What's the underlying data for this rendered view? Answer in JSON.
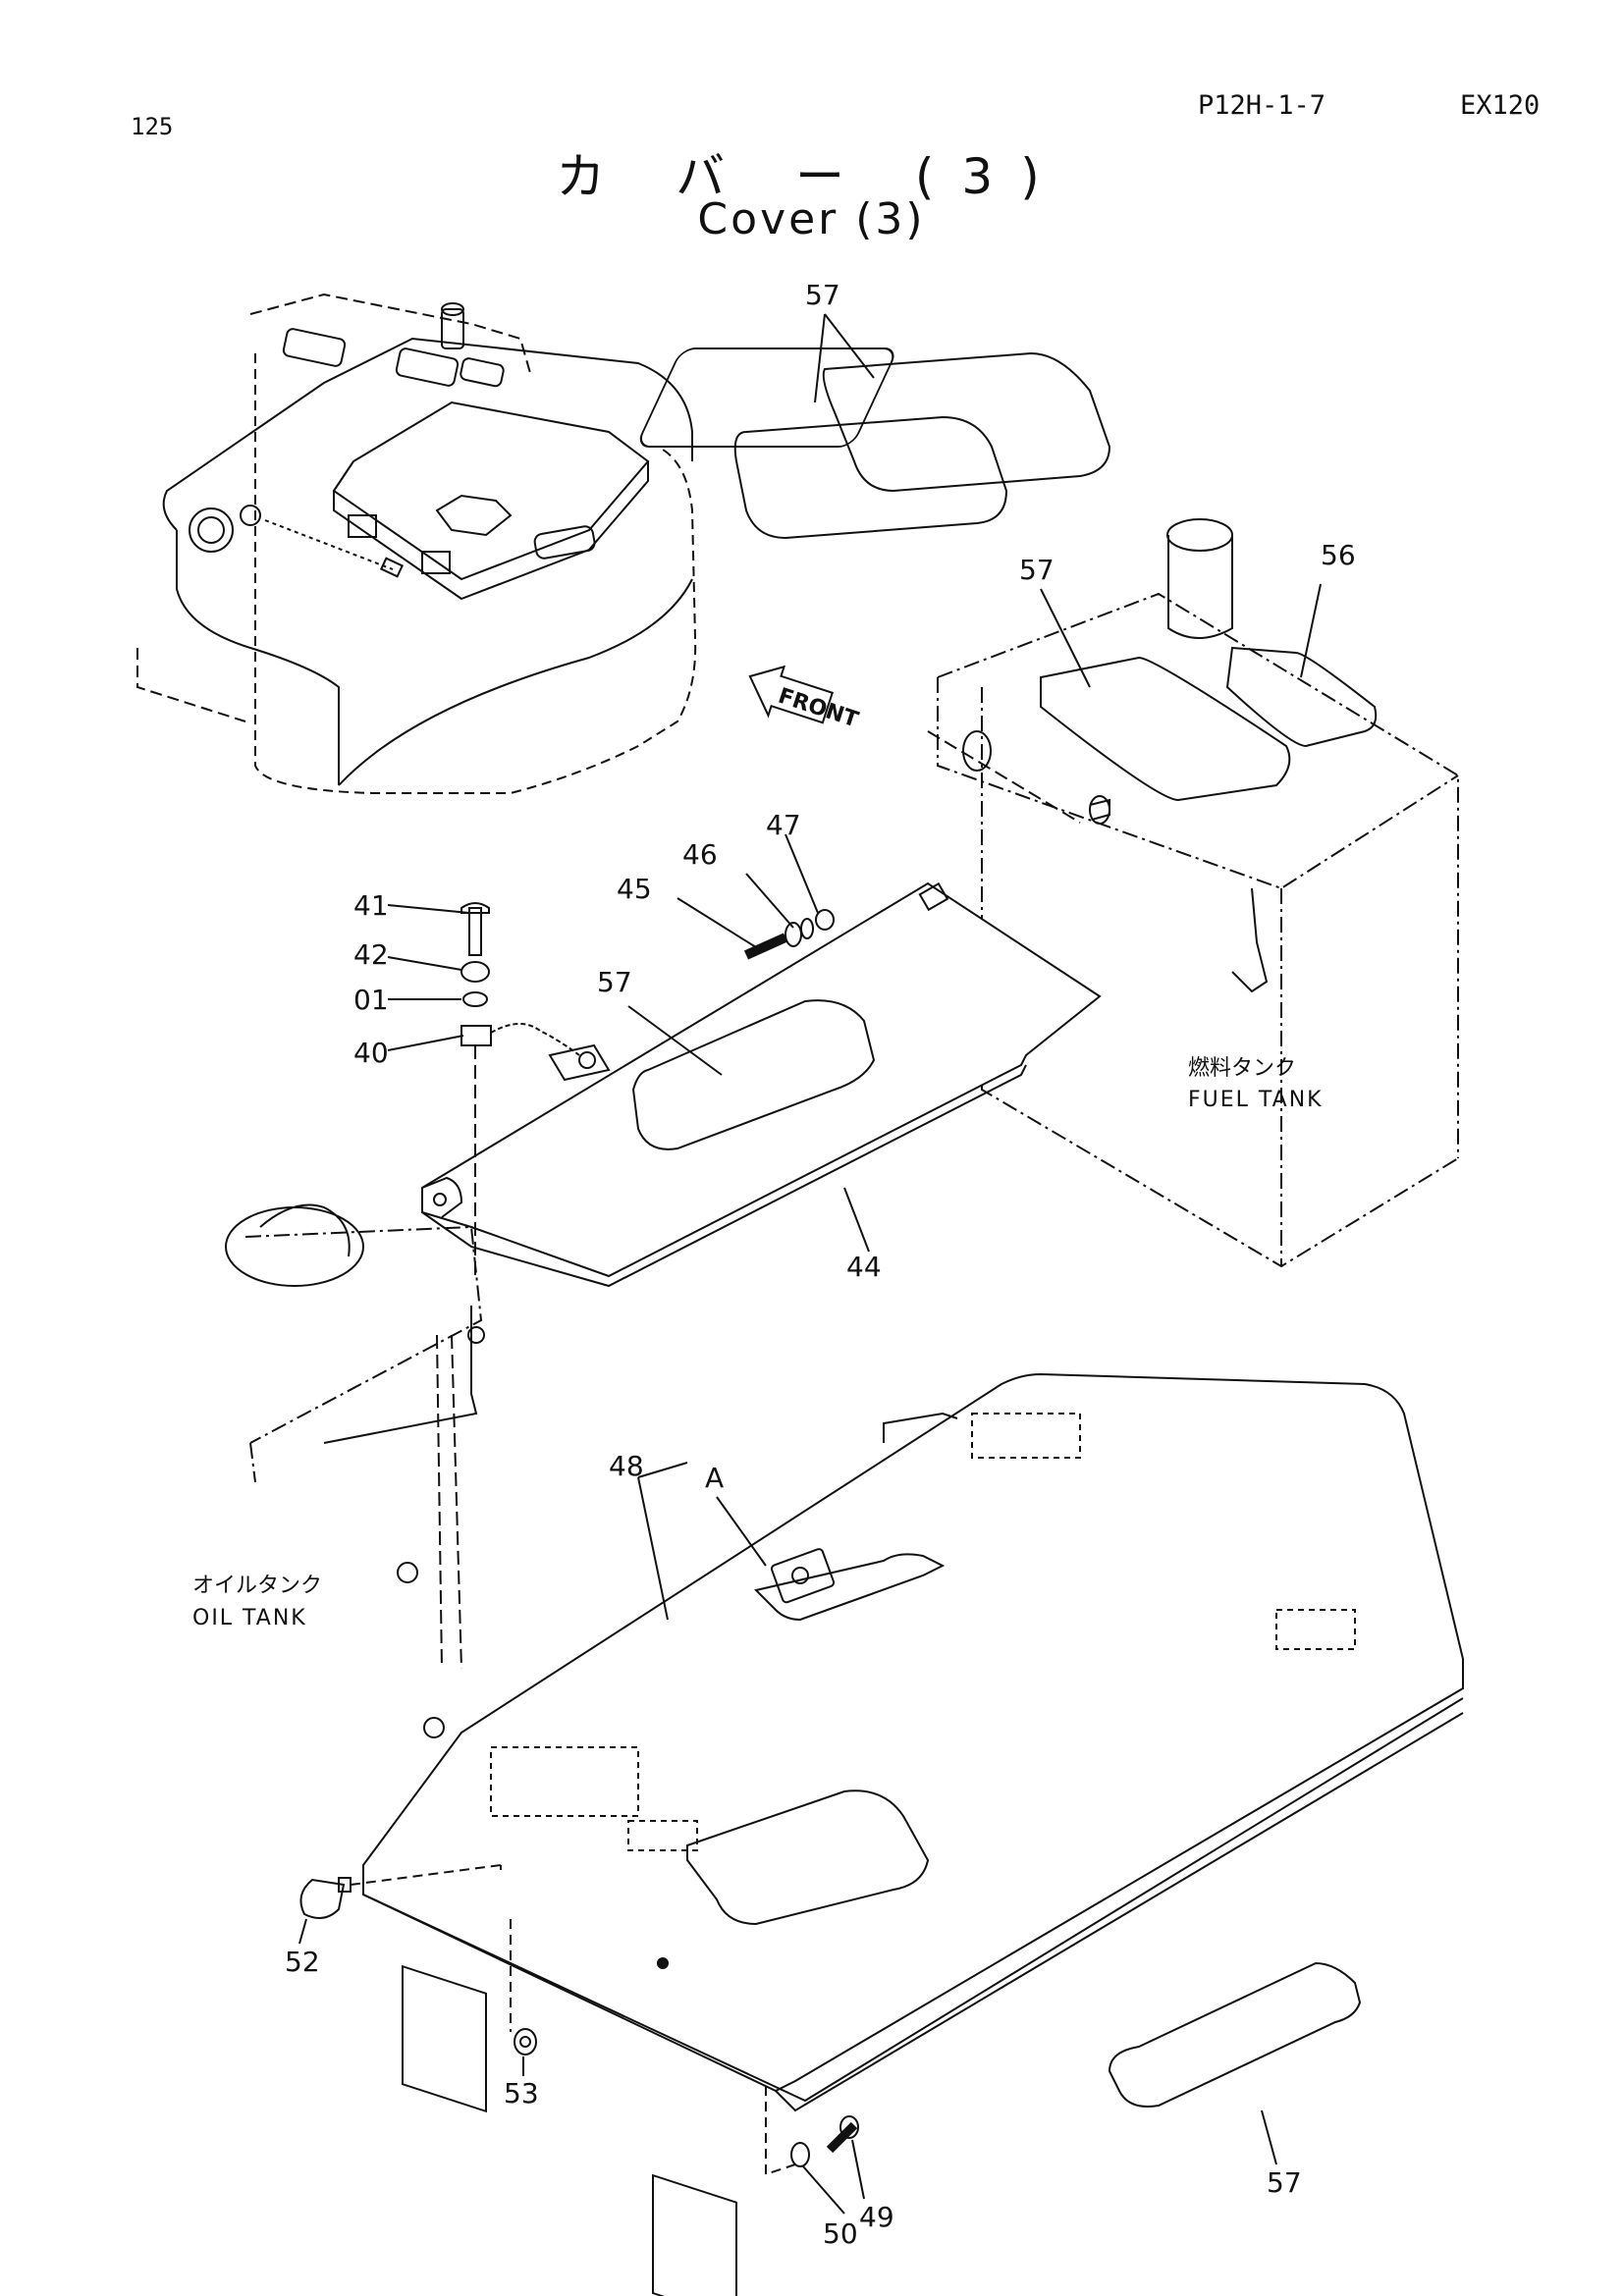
{
  "header": {
    "page_number": "125",
    "page_code": "P12H-1-7",
    "model": "EX120"
  },
  "title": {
    "japanese": "カ バ ー (3)",
    "english": "Cover (3)"
  },
  "annotations": {
    "front_arrow": "FRONT",
    "fuel_tank_jp": "燃料タンク",
    "fuel_tank_en": "FUEL TANK",
    "oil_tank_jp": "オイルタンク",
    "oil_tank_en": "OIL TANK"
  },
  "callouts": {
    "c57_top": "57",
    "c57_right": "57",
    "c56": "56",
    "c47": "47",
    "c46": "46",
    "c45": "45",
    "c41": "41",
    "c42": "42",
    "c01": "01",
    "c40": "40",
    "c57_mid": "57",
    "c44": "44",
    "c48": "48",
    "cA": "A",
    "c52": "52",
    "c53": "53",
    "c57_bottom": "57",
    "c49": "49",
    "c50": "50"
  }
}
